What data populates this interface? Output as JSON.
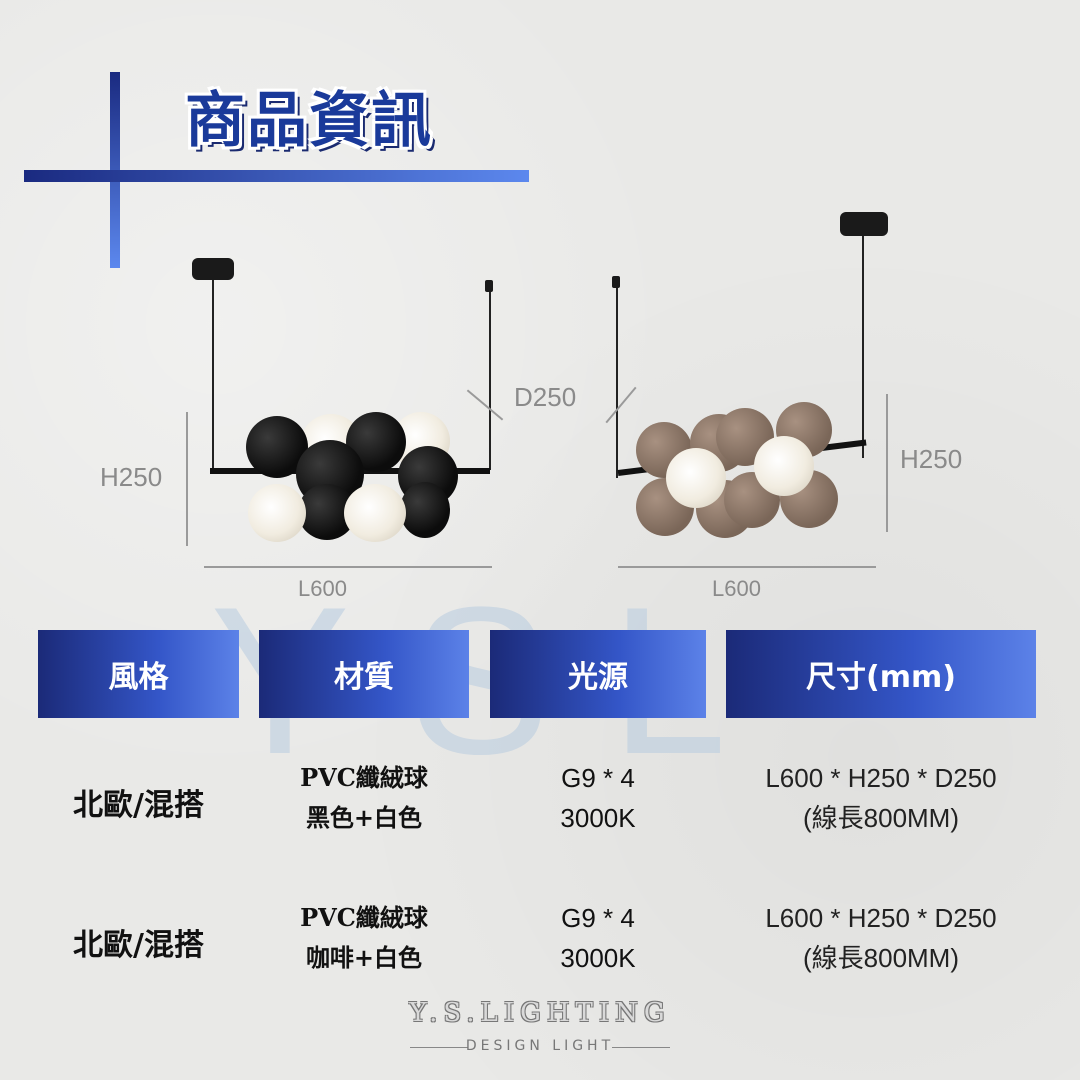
{
  "title": "商品資訊",
  "watermark": "YSL",
  "dimensions": {
    "left_height": "H250",
    "left_length": "L600",
    "depth": "D250",
    "right_height": "H250",
    "right_length": "L600"
  },
  "table": {
    "headers": [
      "風格",
      "材質",
      "光源",
      "尺寸(mm)"
    ],
    "rows": [
      {
        "style": "北歐/混搭",
        "material_line1": "PVC纖絨球",
        "material_line2": "黑色+白色",
        "light_line1": "G9 * 4",
        "light_line2": "3000K",
        "size_line1": "L600 * H250 * D250",
        "size_line2": "(線長800MM)"
      },
      {
        "style": "北歐/混搭",
        "material_line1": "PVC纖絨球",
        "material_line2": "咖啡+白色",
        "light_line1": "G9 * 4",
        "light_line2": "3000K",
        "size_line1": "L600 * H250 * D250",
        "size_line2": "(線長800MM)"
      }
    ]
  },
  "footer": {
    "brand": "Y.S.LIGHTING",
    "tagline": "DESIGN LIGHT"
  },
  "colors": {
    "accent_dark": "#1b2a78",
    "accent_light": "#5c82e8",
    "background": "#e9e9e7"
  }
}
